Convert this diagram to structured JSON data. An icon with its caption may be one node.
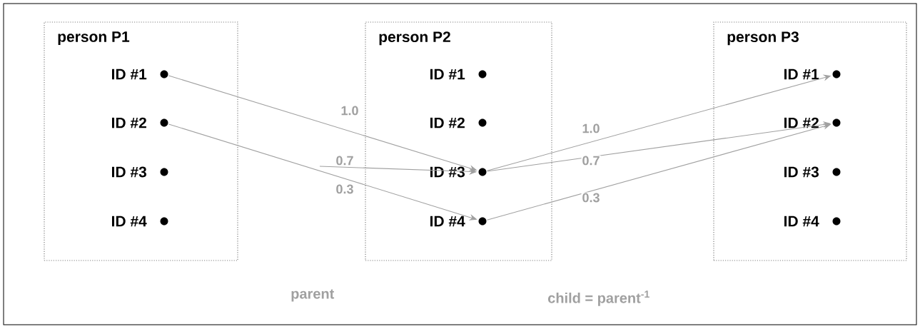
{
  "diagram": {
    "nodes": [
      {
        "text": [
          "person P1"
        ]
      },
      {
        "text": [],
        "shape": "circle",
        "in": 0,
        "beside": [
          "ID #1"
        ]
      },
      {
        "text": [],
        "shape": "circle",
        "in": 0,
        "beside": [
          "ID #2"
        ]
      },
      {
        "text": [],
        "shape": "circle",
        "in": 0,
        "beside": [
          "ID #3"
        ]
      },
      {
        "text": [],
        "shape": "circle",
        "in": 0,
        "beside": [
          "ID #4"
        ]
      },
      {
        "text": [
          "person P2"
        ]
      },
      {
        "text": [],
        "shape": "circle",
        "in": 5,
        "beside": [
          "ID #1"
        ]
      },
      {
        "text": [],
        "shape": "circle",
        "in": 5,
        "beside": [
          "ID #2"
        ]
      },
      {
        "text": [],
        "shape": "circle",
        "in": 5,
        "beside": [
          "ID #3"
        ]
      },
      {
        "text": [],
        "shape": "circle",
        "in": 5,
        "beside": [
          "ID #4"
        ]
      },
      {
        "text": [
          "person P3"
        ]
      },
      {
        "text": [],
        "shape": "circle",
        "in": 10,
        "beside": [
          "ID #1"
        ]
      },
      {
        "text": [],
        "shape": "circle",
        "in": 10,
        "beside": [
          "ID #2"
        ]
      },
      {
        "text": [],
        "shape": "circle",
        "in": 10,
        "beside": [
          "ID #3"
        ]
      },
      {
        "text": [],
        "shape": "circle",
        "in": 10,
        "beside": [
          "ID #4"
        ]
      }
    ],
    "edges": [
      {
        "from": 1,
        "to": 8,
        "arrow": "to",
        "label": "1.0"
      },
      {
        "from": null,
        "to": 8,
        "arrow": "to",
        "label": "0.7"
      },
      {
        "from": 2,
        "to": 9,
        "arrow": "to",
        "label": "0.3"
      },
      {
        "from": 8,
        "to": 11,
        "arrow": "to",
        "label": "1.0"
      },
      {
        "from": 8,
        "to": 12,
        "arrow": "to",
        "label": "0.7"
      },
      {
        "from": 9,
        "to": 12,
        "arrow": "to",
        "label": "0.3"
      }
    ],
    "labels": [
      "parent",
      "child = parent$^{-1}$"
    ]
  }
}
